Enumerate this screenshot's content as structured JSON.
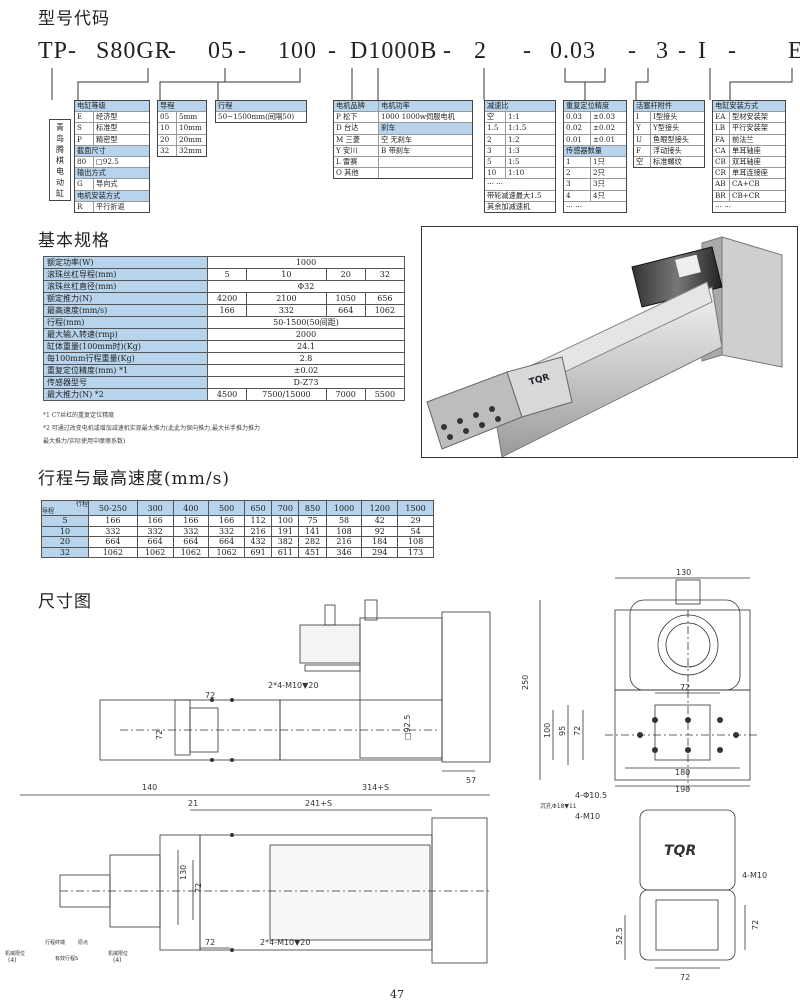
{
  "section_titles": {
    "model": "型号代码",
    "spec": "基本规格",
    "speed": "行程与最高速度(mm/s)",
    "dims": "尺寸图"
  },
  "model_code": {
    "parts": [
      "TP",
      "-",
      "S80GR",
      "-",
      "05",
      "-",
      "100",
      "-",
      "D1000B",
      "-",
      "2",
      "-",
      "0.03",
      "-",
      "3",
      "-",
      "I",
      "-",
      "EA"
    ]
  },
  "vertical_label": [
    "青",
    "岛",
    "腾",
    "棋",
    "电",
    "动",
    "缸"
  ],
  "code_boxes": {
    "cylinder": {
      "rows": [
        [
          "电缸等级",
          ""
        ],
        [
          "E",
          "经济型"
        ],
        [
          "S",
          "标准型"
        ],
        [
          "P",
          "精密型"
        ],
        [
          "截面尺寸",
          ""
        ],
        [
          "80",
          "□92.5"
        ],
        [
          "输出方式",
          ""
        ],
        [
          "G",
          "导向式"
        ],
        [
          "电机安装方式",
          ""
        ],
        [
          "R",
          "平行折返"
        ]
      ]
    },
    "lead": {
      "rows": [
        [
          "导程",
          ""
        ],
        [
          "05",
          "5mm"
        ],
        [
          "10",
          "10mm"
        ],
        [
          "20",
          "20mm"
        ],
        [
          "32",
          "32mm"
        ]
      ]
    },
    "stroke": {
      "rows": [
        [
          "行程"
        ],
        [
          "50~1500mm(间隔50)"
        ]
      ]
    },
    "motor": {
      "rows": [
        [
          "电机品牌",
          "电机功率"
        ],
        [
          "P  松下",
          "1000  1000w伺服电机"
        ],
        [
          "D  台达",
          "刹车"
        ],
        [
          "M  三菱",
          "空  无刹车"
        ],
        [
          "Y  安川",
          "B  带刹车"
        ],
        [
          "L  雷赛",
          ""
        ],
        [
          "O  其他",
          ""
        ]
      ]
    },
    "ratio": {
      "rows": [
        [
          "减速比",
          ""
        ],
        [
          "空",
          "1:1"
        ],
        [
          "1.5",
          "1:1.5"
        ],
        [
          "2",
          "1:2"
        ],
        [
          "3",
          "1:3"
        ],
        [
          "5",
          "1:5"
        ],
        [
          "10",
          "1:10"
        ],
        [
          "···  ···",
          ""
        ],
        [
          "带轮减速最大1.5",
          ""
        ],
        [
          "其余加减速机",
          ""
        ]
      ]
    },
    "precision": {
      "rows": [
        [
          "重复定位精度",
          ""
        ],
        [
          "0.03",
          "±0.03"
        ],
        [
          "0.02",
          "±0.02"
        ],
        [
          "0.01",
          "±0.01"
        ],
        [
          "传感器数量",
          ""
        ],
        [
          "1",
          "1只"
        ],
        [
          "2",
          "2只"
        ],
        [
          "3",
          "3只"
        ],
        [
          "4",
          "4只"
        ],
        [
          "···  ···",
          ""
        ]
      ]
    },
    "rod": {
      "rows": [
        [
          "活塞杆附件",
          ""
        ],
        [
          "I",
          "I型接头"
        ],
        [
          "Y",
          "Y型接头"
        ],
        [
          "U",
          "鱼眼型接头"
        ],
        [
          "F",
          "浮动接头"
        ],
        [
          "空",
          "标准螺纹"
        ]
      ]
    },
    "mount": {
      "rows": [
        [
          "电缸安装方式",
          ""
        ],
        [
          "EA",
          "型材安装架"
        ],
        [
          "LB",
          "平行安装架"
        ],
        [
          "FA",
          "前法兰"
        ],
        [
          "CA",
          "单耳轴座"
        ],
        [
          "CB",
          "双耳轴座"
        ],
        [
          "CR",
          "单耳连接座"
        ],
        [
          "AB",
          "CA+CB"
        ],
        [
          "BR",
          "CB+CR"
        ],
        [
          "···  ···",
          ""
        ]
      ]
    }
  },
  "spec_table": [
    {
      "label": "额定功率(W)",
      "cells": [
        "1000"
      ]
    },
    {
      "label": "滚珠丝杠导程(mm)",
      "cells": [
        "5",
        "10",
        "20",
        "32"
      ]
    },
    {
      "label": "滚珠丝杠直径(mm)",
      "cells": [
        "Φ32"
      ]
    },
    {
      "label": "额定推力(N)",
      "cells": [
        "4200",
        "2100",
        "1050",
        "656"
      ]
    },
    {
      "label": "最高速度(mm/s)",
      "cells": [
        "166",
        "332",
        "664",
        "1062"
      ]
    },
    {
      "label": "行程(mm)",
      "cells": [
        "50-1500(50间距)"
      ]
    },
    {
      "label": "最大输入转速(rmp)",
      "cells": [
        "2000"
      ]
    },
    {
      "label": "缸体重量(100mm时)(Kg)",
      "cells": [
        "24.1"
      ]
    },
    {
      "label": "每100mm行程重量(Kg)",
      "cells": [
        "2.8"
      ]
    },
    {
      "label": "重复定位精度(mm) *1",
      "cells": [
        "±0.02"
      ]
    },
    {
      "label": "传感器型号",
      "cells": [
        "D-Z73"
      ]
    },
    {
      "label": "最大推力(N) *2",
      "cells": [
        "4500",
        "7500/15000",
        "7000",
        "5500"
      ]
    }
  ],
  "notes": [
    "*1  C7丝杠的重复定位精度",
    "*2  可通过改变电机或增加减速机实现最大推力(此此为保向推力,最大长手推力推力",
    "最大推力/实际使用中摩擦系数)"
  ],
  "speed_table": {
    "corner_top": "行程",
    "corner_bottom": "导程",
    "strokes": [
      "50-250",
      "300",
      "400",
      "500",
      "650",
      "700",
      "850",
      "1000",
      "1200",
      "1500"
    ],
    "rows": [
      {
        "lead": "5",
        "values": [
          "166",
          "166",
          "166",
          "166",
          "112",
          "100",
          "75",
          "58",
          "42",
          "29"
        ]
      },
      {
        "lead": "10",
        "values": [
          "332",
          "332",
          "332",
          "332",
          "216",
          "191",
          "141",
          "108",
          "92",
          "54"
        ]
      },
      {
        "lead": "20",
        "values": [
          "664",
          "664",
          "664",
          "664",
          "432",
          "382",
          "282",
          "216",
          "184",
          "108"
        ]
      },
      {
        "lead": "32",
        "values": [
          "1062",
          "1062",
          "1062",
          "1062",
          "691",
          "611",
          "451",
          "346",
          "294",
          "173"
        ]
      }
    ]
  },
  "dims": {
    "d130": "130",
    "d250": "250",
    "d72a": "72",
    "d100": "100",
    "d95": "95",
    "d72b": "72",
    "d180": "180",
    "d190": "190",
    "hole1": "4-Φ10.5",
    "hole2": "沉孔Φ18▼11",
    "hole3": "4-M10",
    "hole4": "4-M10",
    "d72c": "72",
    "d52": "52.5",
    "d72d": "72",
    "m20a": "2*4-M10▼20",
    "m20b": "2*4-M10▼20",
    "sq": "□92.5",
    "d72e": "72",
    "d72f": "72",
    "d57": "57",
    "d140": "140",
    "d314": "314+S",
    "d21": "21",
    "d241": "241+S",
    "d130b": "130",
    "d72g": "72",
    "d72h": "72",
    "lim1": "机械限位",
    "lim2": "行程终端",
    "lim3": "原点",
    "lim4": "机械限位",
    "lim5": "有效行程S",
    "v4a": "(4)",
    "v4b": "(4)"
  },
  "logo": "TQR",
  "page_number": "47"
}
